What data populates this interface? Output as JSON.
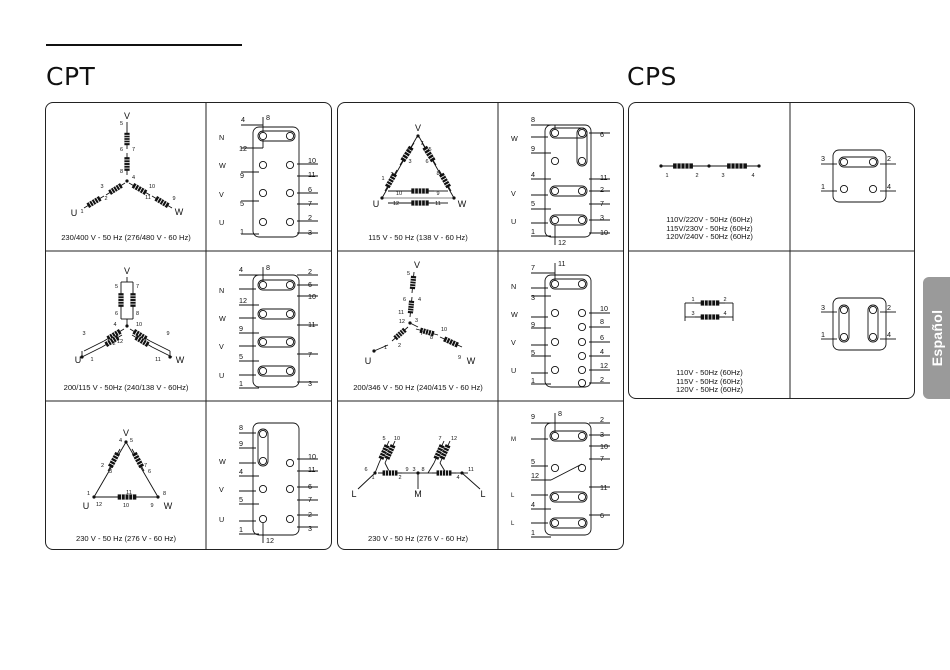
{
  "header": {
    "cpt_title": "CPT",
    "cps_title": "CPS"
  },
  "side_tab": {
    "label": "Español"
  },
  "cpt": [
    {
      "caption": "230/400 V - 50 Hz (276/480 V - 60 Hz)",
      "coil_labels": {
        "v": "V",
        "u": "U",
        "w": "W",
        "n5": "5",
        "n6": "6",
        "n7": "7",
        "n8": "8",
        "n4": "4",
        "n3": "3",
        "n2": "2",
        "n1": "1",
        "n10": "10",
        "n11": "11",
        "n9": "9"
      },
      "terminal_labels": {
        "l4": "4",
        "l8": "8",
        "ln": "N",
        "l12": "12",
        "lw": "W",
        "l9": "9",
        "lv": "V",
        "l5": "5",
        "lu": "U",
        "l1": "1",
        "r10": "10",
        "r11": "11",
        "r6": "6",
        "r7": "7",
        "r2": "2",
        "r3": "3"
      }
    },
    {
      "caption": "115 V - 50 Hz (138 V - 60 Hz)",
      "coil_labels": {
        "v": "V",
        "u": "U",
        "w": "W",
        "n1": "1",
        "n2": "2",
        "n3": "3",
        "n4": "4",
        "n5": "5",
        "n6": "6",
        "n7": "7",
        "n8": "8",
        "n10": "10",
        "n12": "12",
        "n11": "11",
        "n9": "9"
      },
      "terminal_labels": {
        "l8": "8",
        "lw": "W",
        "l9": "9",
        "l4": "4",
        "lv": "V",
        "l5": "5",
        "lu": "U",
        "l1": "1",
        "r6": "6",
        "r11": "11",
        "r2": "2",
        "r7": "7",
        "r3": "3",
        "r10": "10",
        "b12": "12"
      }
    },
    {
      "caption": "200/115 V - 50Hz (240/138 V - 60Hz)",
      "coil_labels": {
        "v": "V",
        "u": "U",
        "w": "W",
        "n5": "5",
        "n7": "7",
        "n6": "6",
        "n8": "8",
        "n4": "4",
        "n3": "3",
        "n10": "10",
        "n9": "9",
        "n1": "1",
        "n2": "2",
        "n12": "12",
        "n11": "11"
      },
      "terminal_labels": {
        "l4": "4",
        "l8": "8",
        "ln": "N",
        "l12": "12",
        "lw": "W",
        "l9": "9",
        "lv": "V",
        "l5": "5",
        "lu": "U",
        "l1": "1",
        "r2": "2",
        "r6": "6",
        "r10": "10",
        "r11": "11",
        "r7": "7",
        "r3": "3"
      }
    },
    {
      "caption": "200/346 V - 50 Hz (240/415 V - 60 Hz)",
      "coil_labels": {
        "v": "V",
        "u": "U",
        "w": "W",
        "n5": "5",
        "n6": "6",
        "n4": "4",
        "n11": "11",
        "n12": "12",
        "n3": "3",
        "n10": "10",
        "n7": "7",
        "n8": "8",
        "n1": "1",
        "n2": "2",
        "n9": "9"
      },
      "terminal_labels": {
        "l7": "7",
        "l11": "11",
        "ln": "N",
        "l3": "3",
        "lw": "W",
        "l9": "9",
        "lv": "V",
        "l5": "5",
        "lu": "U",
        "l1": "1",
        "r10": "10",
        "r8": "8",
        "r6": "6",
        "r4": "4",
        "r12": "12",
        "r2": "2"
      }
    },
    {
      "caption": "230 V - 50 Hz (276 V - 60 Hz)",
      "coil_labels": {
        "v": "V",
        "u": "U",
        "w": "W",
        "n4": "4",
        "n5": "5",
        "n2": "2",
        "n3": "3",
        "n7": "7",
        "n6": "6",
        "n1": "1",
        "n12": "12",
        "n11": "11",
        "n10": "10",
        "n9": "9",
        "n8": "8"
      },
      "terminal_labels": {
        "l8": "8",
        "l9": "9",
        "lw": "W",
        "l4": "4",
        "lv": "V",
        "l5": "5",
        "lu": "U",
        "l1": "1",
        "r10": "10",
        "r11": "11",
        "r6": "6",
        "r7": "7",
        "r2": "2",
        "r3": "3",
        "b12": "12"
      }
    },
    {
      "caption": "230 V - 50 Hz (276 V - 60 Hz)",
      "coil_labels": {
        "l1": "L",
        "m": "M",
        "l2": "L",
        "n5": "5",
        "n10": "10",
        "n7": "7",
        "n12": "12",
        "n6": "6",
        "n1": "1",
        "n2": "2",
        "n9": "9",
        "n3": "3",
        "n8": "8",
        "n4": "4",
        "n11": "11"
      },
      "terminal_labels": {
        "l9": "9",
        "l8": "8",
        "lm": "M",
        "l5": "5",
        "l12": "12",
        "ll1": "L",
        "l4": "4",
        "ll2": "L",
        "l1": "1",
        "r2": "2",
        "r3": "3",
        "r10": "10",
        "r7": "7",
        "r11": "11",
        "r6": "6"
      }
    }
  ],
  "cps": [
    {
      "caption_lines": [
        "110V/220V - 50Hz (60Hz)",
        "115V/230V - 50Hz (60Hz)",
        "120V/240V - 50Hz (60Hz)"
      ],
      "coil_labels": {
        "n1": "1",
        "n2": "2",
        "n3": "3",
        "n4": "4"
      },
      "terminal_labels": {
        "l3": "3",
        "r2": "2",
        "l1": "1",
        "r4": "4"
      }
    },
    {
      "caption_lines": [
        "110V - 50Hz (60Hz)",
        "115V - 50Hz (60Hz)",
        "120V - 50Hz (60Hz)"
      ],
      "coil_labels": {
        "n1": "1",
        "n2": "2",
        "n3": "3",
        "n4": "4"
      },
      "terminal_labels": {
        "l3": "3",
        "r2": "2",
        "l1": "1",
        "r4": "4"
      }
    }
  ]
}
